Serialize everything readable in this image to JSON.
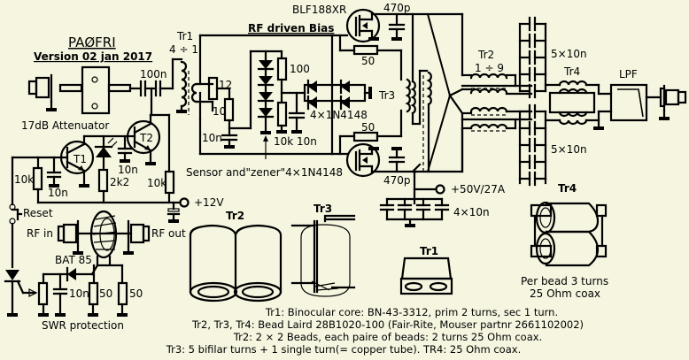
{
  "header": {
    "callsign": "PAØFRI",
    "version": "Version 02 jan 2017"
  },
  "attenuator": {
    "label": "17dB Attenuator",
    "coupling_cap": "100n"
  },
  "tr1_symbol": {
    "name": "Tr1",
    "ratio": "4 ÷ 1"
  },
  "bias": {
    "title": "RF driven Bias",
    "pot": "12",
    "res_10": "10",
    "cap_10n": "10n",
    "res_100": "100",
    "res_10k": "10k",
    "cap_10n_b": "10n",
    "diodes_label": "4×1N4148",
    "sensor_label": "Sensor and\"zener\"4×1N4148"
  },
  "mosfets": {
    "part": "BLF188XR",
    "top_cap": "470p",
    "bottom_cap": "470p",
    "top_res": "50",
    "bottom_res": "50",
    "tr3_label": "Tr3"
  },
  "output": {
    "tr2_name": "Tr2",
    "tr2_ratio": "1 ÷ 9",
    "cap_bank_top": "5×10n",
    "cap_bank_bottom": "5×10n",
    "tr4_name": "Tr4",
    "lpf": "LPF"
  },
  "supply": {
    "v50": "+50V/27A",
    "decoupling": "4×10n",
    "v12": "+12V"
  },
  "protection": {
    "t1": "T1",
    "t2": "T2",
    "r_10k_a": "10k",
    "c_10n_a": "10n",
    "r_2k2": "2k2",
    "c_10n_b": "10n",
    "r_10k_b": "10k",
    "reset": "Reset",
    "rf_in": "RF in",
    "rf_out": "RF out",
    "diode": "BAT 85",
    "c_10n_c": "10n",
    "r_50_a": "50",
    "r_50_b": "50",
    "caption": "SWR protection"
  },
  "drawings": {
    "tr2": "Tr2",
    "tr3": "Tr3",
    "tr1": "Tr1",
    "tr4": "Tr4",
    "tr4_caption_1": "Per bead 3 turns",
    "tr4_caption_2": "25 Ohm coax"
  },
  "notes": [
    "Tr1: Binocular core: BN-43-3312, prim 2 turns, sec 1 turn.",
    "Tr2, Tr3, Tr4: Bead Laird 28B1020-100 (Fair-Rite, Mouser partnr 2661102002)",
    "Tr2: 2 × 2 Beads, each paire of beads: 2 turns 25 Ohm coax.",
    "Tr3: 5 bifilar turns + 1 single turn(= copper tube). TR4: 25 Ohm coax."
  ]
}
